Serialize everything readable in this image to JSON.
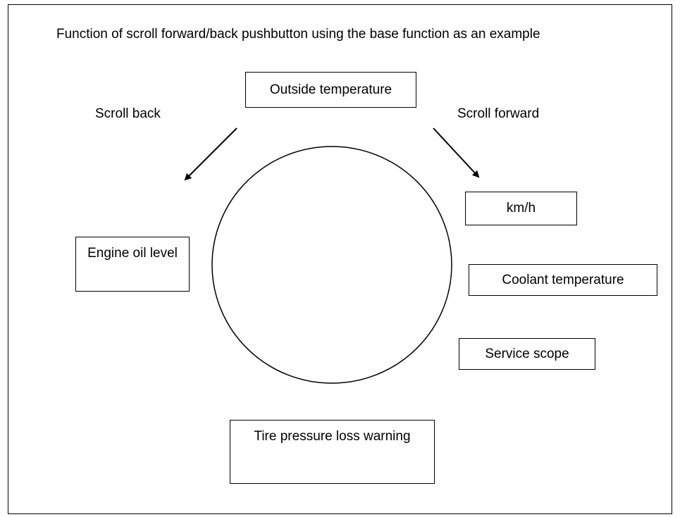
{
  "title": "Function of scroll forward/back pushbutton using the base function as an example",
  "labels": {
    "scroll_back": "Scroll back",
    "scroll_forward": "Scroll forward"
  },
  "items": {
    "outside_temperature": "Outside temperature",
    "kmh": "km/h",
    "coolant_temperature": "Coolant temperature",
    "service_scope": "Service scope",
    "tire_pressure_loss_warning": "Tire pressure loss warning",
    "engine_oil_level": "Engine oil level"
  }
}
